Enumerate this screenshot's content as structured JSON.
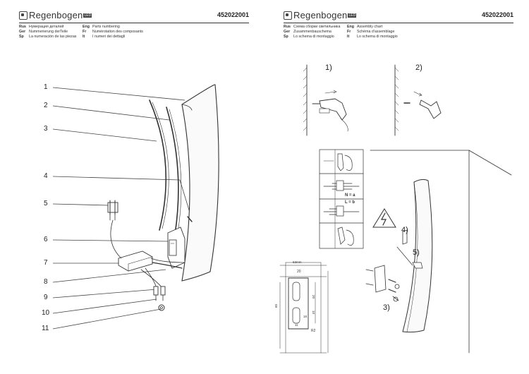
{
  "brand": {
    "name": "Regenbogen",
    "badge": "LED"
  },
  "left_page": {
    "article": "452022001",
    "languages": [
      {
        "code": "Rus",
        "text": "Нумерация деталей"
      },
      {
        "code": "Ger",
        "text": "Nummerierung derTeile"
      },
      {
        "code": "Sp",
        "text": "La numeración de las piezas"
      },
      {
        "code": "Eng",
        "text": "Parts numbering"
      },
      {
        "code": "Fr",
        "text": "Numérotation des composants"
      },
      {
        "code": "It",
        "text": "I numeri dei dettagli"
      }
    ],
    "part_numbers": [
      "1",
      "2",
      "3",
      "4",
      "5",
      "6",
      "7",
      "8",
      "9",
      "10",
      "11"
    ]
  },
  "right_page": {
    "article": "452022001",
    "languages": [
      {
        "code": "Rus",
        "text": "Схема сборки светильника"
      },
      {
        "code": "Ger",
        "text": "Zusammenbauschema"
      },
      {
        "code": "Sp",
        "text": "Lo schema di montaggio"
      },
      {
        "code": "Eng",
        "text": "Assembly chart"
      },
      {
        "code": "Fr",
        "text": "Schéma d'assemblage"
      },
      {
        "code": "It",
        "text": "Lo schema di montaggio"
      }
    ],
    "steps": {
      "s1": "1)",
      "s2": "2)",
      "s3": "3)",
      "s4": "4)",
      "s5": "5)"
    },
    "wiring": {
      "n": "N = a",
      "l": "L = b"
    },
    "dims": {
      "d1": "63mm",
      "d2": "20",
      "d3": "20",
      "d4": "10",
      "d5": "18",
      "d6": "11",
      "d7": "R2",
      "d8": "60"
    }
  }
}
